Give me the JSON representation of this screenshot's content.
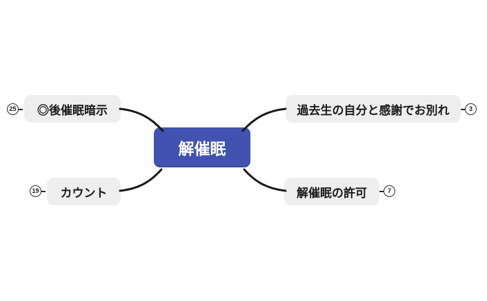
{
  "colors": {
    "background": "#ffffff",
    "center_fill": "#4152b0",
    "center_text": "#ffffff",
    "branch_fill": "#eeeeee",
    "branch_text": "#1a1a1a",
    "connector": "#1a1a1a",
    "badge_border": "#2b2b2b",
    "badge_background": "#ffffff"
  },
  "center_topic": {
    "label": "解催眠"
  },
  "branches": [
    {
      "label": "◎後催眠暗示",
      "badge": "25",
      "side": "left-top"
    },
    {
      "label": "カウント",
      "badge": "19",
      "side": "left-bottom"
    },
    {
      "label": "過去生の自分と感謝でお別れ",
      "badge": "3",
      "side": "right-top"
    },
    {
      "label": "解催眠の許可",
      "badge": "7",
      "side": "right-bottom"
    }
  ]
}
